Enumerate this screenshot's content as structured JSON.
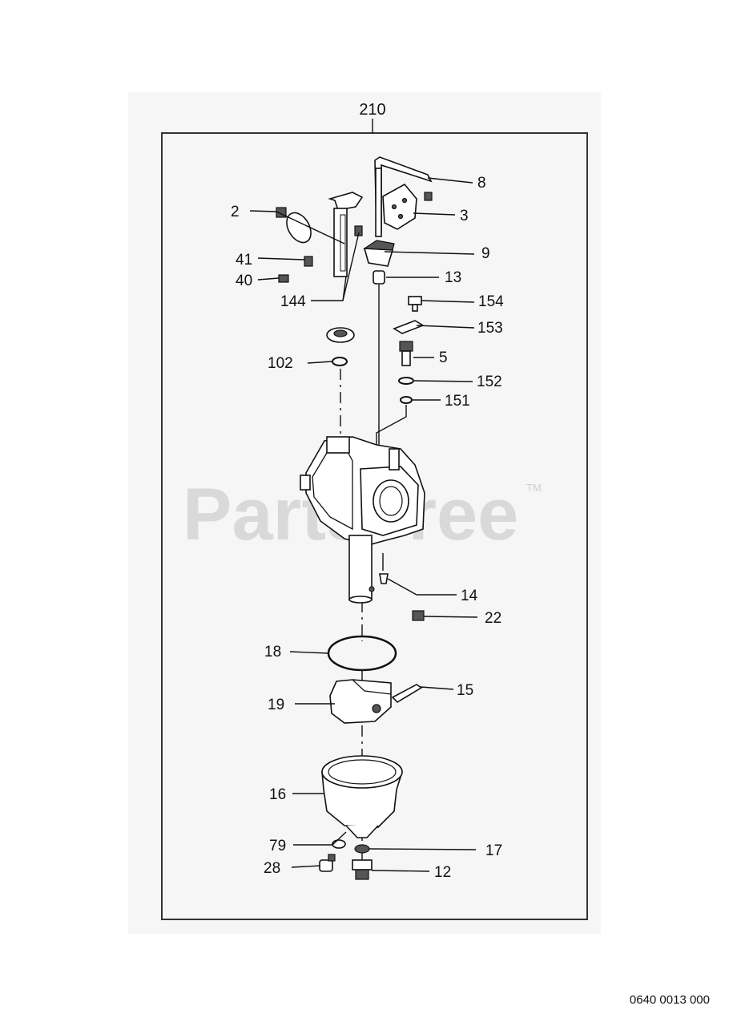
{
  "assembly_label": "210",
  "watermark": {
    "text": "PartsTree",
    "trademark": "TM"
  },
  "drawing_code": "0640 0013 000",
  "callouts": [
    "8",
    "2",
    "3",
    "9",
    "41",
    "40",
    "13",
    "144",
    "154",
    "153",
    "5",
    "102",
    "152",
    "151",
    "14",
    "22",
    "18",
    "15",
    "19",
    "16",
    "79",
    "17",
    "28",
    "12"
  ]
}
